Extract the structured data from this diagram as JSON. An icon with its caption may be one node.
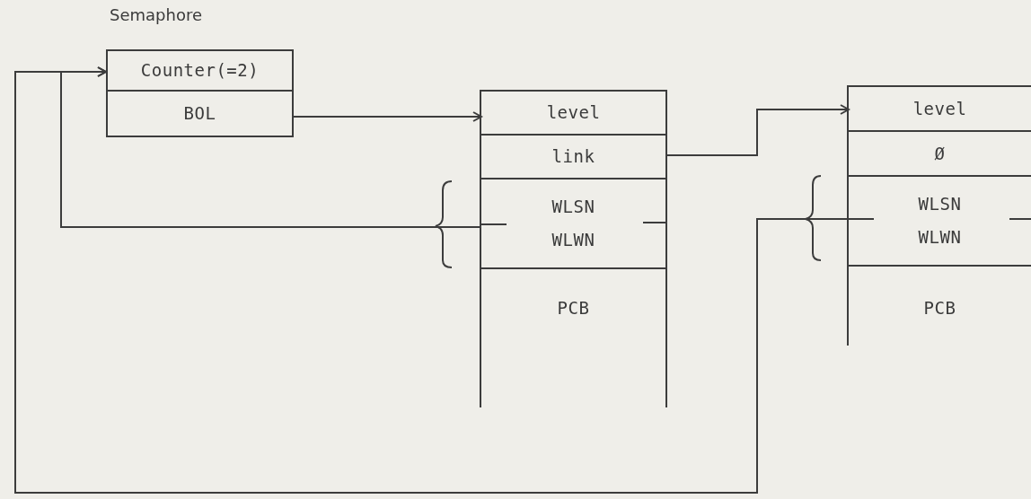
{
  "diagram": {
    "nodes": [
      {
        "text": [
          "Semaphore"
        ]
      },
      {
        "text": [
          "Counter(=2)"
        ],
        "in": 0
      },
      {
        "text": [
          "BOL"
        ],
        "in": 0
      },
      {
        "text": [],
        "shape": "box"
      },
      {
        "text": [
          "level"
        ],
        "in": 3
      },
      {
        "text": [
          "link"
        ],
        "in": 3
      },
      {
        "text": [
          "WLSN",
          "WLWN"
        ],
        "in": 3
      },
      {
        "text": [
          "PCB"
        ],
        "in": 3
      },
      {
        "text": [],
        "shape": "box"
      },
      {
        "text": [
          "level"
        ],
        "in": 8
      },
      {
        "text": [
          "Ø"
        ],
        "in": 8
      },
      {
        "text": [
          "WLSN",
          "WLWN"
        ],
        "in": 8
      },
      {
        "text": [
          "PCB"
        ],
        "in": 8
      }
    ],
    "edges": [
      {
        "from": 2,
        "to": 4,
        "arrow": "to"
      },
      {
        "from": 5,
        "to": 9,
        "arrow": "to"
      },
      {
        "from": 6,
        "to": 1,
        "arrow": "to"
      },
      {
        "from": 11,
        "to": 1,
        "arrow": "to"
      }
    ]
  }
}
